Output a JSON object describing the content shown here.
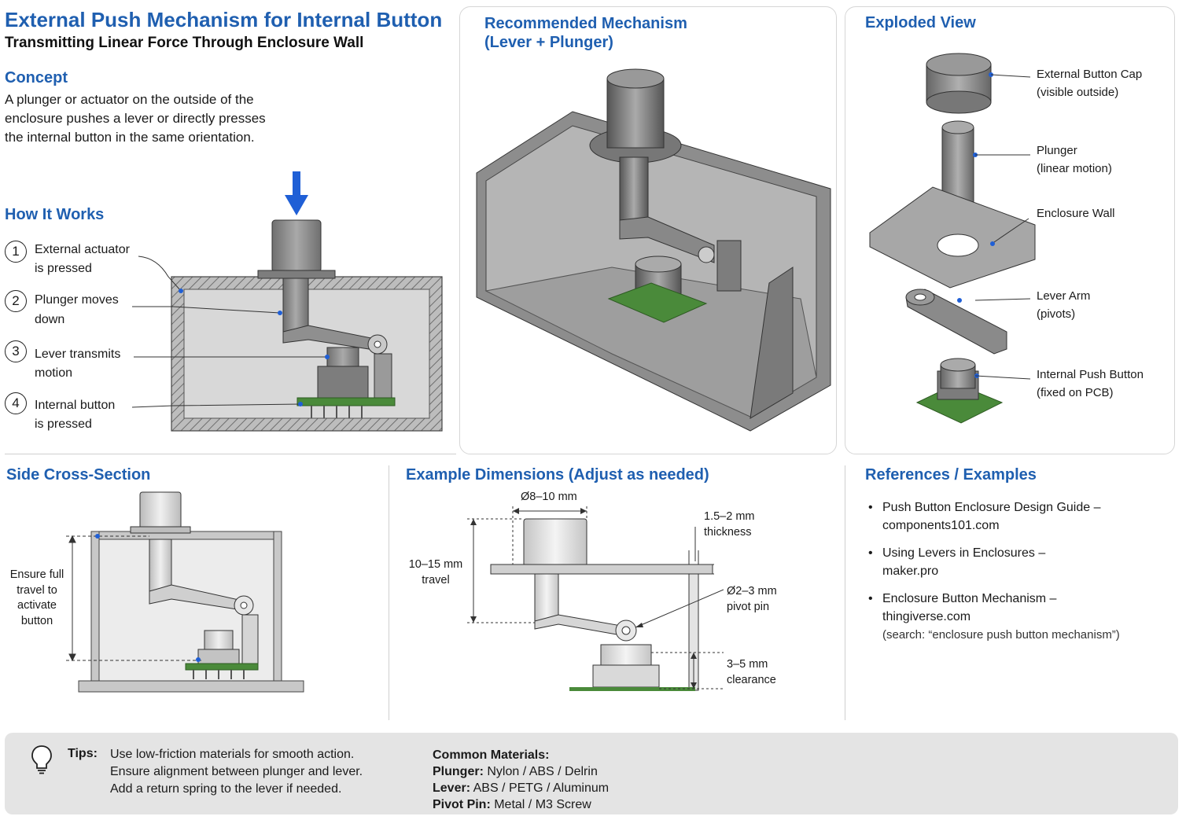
{
  "header": {
    "title": "External Push Mechanism for Internal Button",
    "subtitle": "Transmitting Linear Force Through Enclosure Wall"
  },
  "concept": {
    "heading": "Concept",
    "lines": [
      "A plunger or actuator on the outside of the",
      "enclosure pushes a lever or directly presses",
      "the internal button in the same orientation."
    ]
  },
  "how_it_works": {
    "heading": "How It Works",
    "steps": [
      {
        "num": "1",
        "line1": "External actuator",
        "line2": "is pressed"
      },
      {
        "num": "2",
        "line1": "Plunger moves",
        "line2": "down"
      },
      {
        "num": "3",
        "line1": "Lever transmits",
        "line2": "motion"
      },
      {
        "num": "4",
        "line1": "Internal button",
        "line2": "is pressed"
      }
    ]
  },
  "recommended": {
    "heading_line1": "Recommended Mechanism",
    "heading_line2": "(Lever + Plunger)"
  },
  "exploded": {
    "heading": "Exploded View",
    "parts": [
      {
        "line1": "External Button Cap",
        "line2": "(visible outside)"
      },
      {
        "line1": "Plunger",
        "line2": "(linear motion)"
      },
      {
        "line1": "Enclosure Wall",
        "line2": ""
      },
      {
        "line1": "Lever Arm",
        "line2": "(pivots)"
      },
      {
        "line1": "Internal Push Button",
        "line2": "(fixed on PCB)"
      }
    ]
  },
  "cross_section": {
    "heading": "Side Cross-Section",
    "note_lines": [
      "Ensure full",
      "travel to",
      "activate",
      "button"
    ]
  },
  "dimensions": {
    "heading": "Example Dimensions (Adjust as needed)",
    "cap_diameter": "Ø8–10 mm",
    "wall_thickness_1": "1.5–2 mm",
    "wall_thickness_2": "thickness",
    "travel_1": "10–15 mm",
    "travel_2": "travel",
    "pivot_1": "Ø2–3 mm",
    "pivot_2": "pivot pin",
    "clearance_1": "3–5 mm",
    "clearance_2": "clearance"
  },
  "references": {
    "heading": "References / Examples",
    "items": [
      {
        "line1": "Push Button Enclosure Design Guide –",
        "line2": "components101.com",
        "note": ""
      },
      {
        "line1": "Using Levers in Enclosures –",
        "line2": "maker.pro",
        "note": ""
      },
      {
        "line1": "Enclosure Button Mechanism –",
        "line2": "thingiverse.com",
        "note": "(search: “enclosure push button mechanism”)"
      }
    ]
  },
  "tips": {
    "label": "Tips:",
    "lines": [
      "Use low-friction materials for smooth action.",
      "Ensure alignment between plunger and lever.",
      "Add a return spring to the lever if needed."
    ],
    "icon": "lightbulb-icon"
  },
  "materials": {
    "heading": "Common Materials:",
    "items": [
      {
        "label": "Plunger:",
        "value": " Nylon / ABS / Delrin"
      },
      {
        "label": "Lever:",
        "value": " ABS / PETG / Aluminum"
      },
      {
        "label": "Pivot Pin:",
        "value": " Metal / M3 Screw"
      }
    ]
  },
  "colors": {
    "accent_blue": "#1f5fb0",
    "arrow_blue": "#1f5fd6",
    "metal_gray": "#8a8a8a",
    "pcb_green": "#4a8a3a",
    "tips_bg": "#e4e4e4"
  }
}
